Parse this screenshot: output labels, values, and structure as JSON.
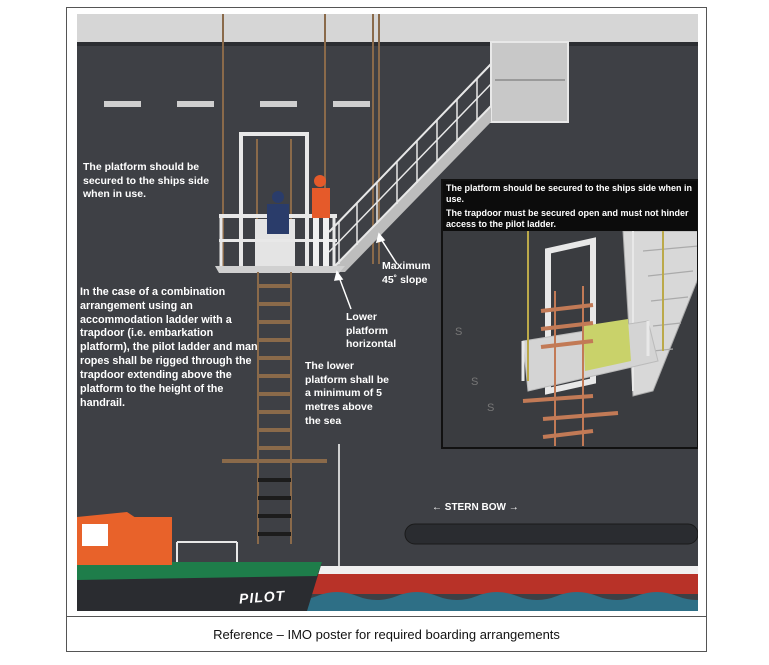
{
  "notes": {
    "secured_side": "The platform should be secured to the ships side when in use.",
    "combination": "In the case of a combination arrangement using an accommodation ladder with a trapdoor (i.e. embarkation platform), the pilot ladder and man ropes shall be rigged through the trapdoor extending above the platform to the height of the handrail.",
    "max_slope": "Maximum 45˚ slope",
    "lower_horizontal": "Lower platform horizontal",
    "lower_minimum": "The lower platform shall be a minimum of 5 metres above the sea"
  },
  "inset": {
    "line1": "The platform should be secured to the ships side when in use.",
    "line2": "The trapdoor must be secured open and must not hinder access to the pilot ladder."
  },
  "direction": {
    "stern": "STERN",
    "bow": "BOW"
  },
  "boat_label": "PILOT",
  "caption": "Reference – IMO poster for required boarding arrangements",
  "colors": {
    "hull": "#3e4045",
    "deck": "#d9d9d9",
    "sea": "#2e6f86",
    "boottop": "#b83228",
    "pilot_boat": "#e8622a",
    "rail": "#e8e8e8"
  }
}
